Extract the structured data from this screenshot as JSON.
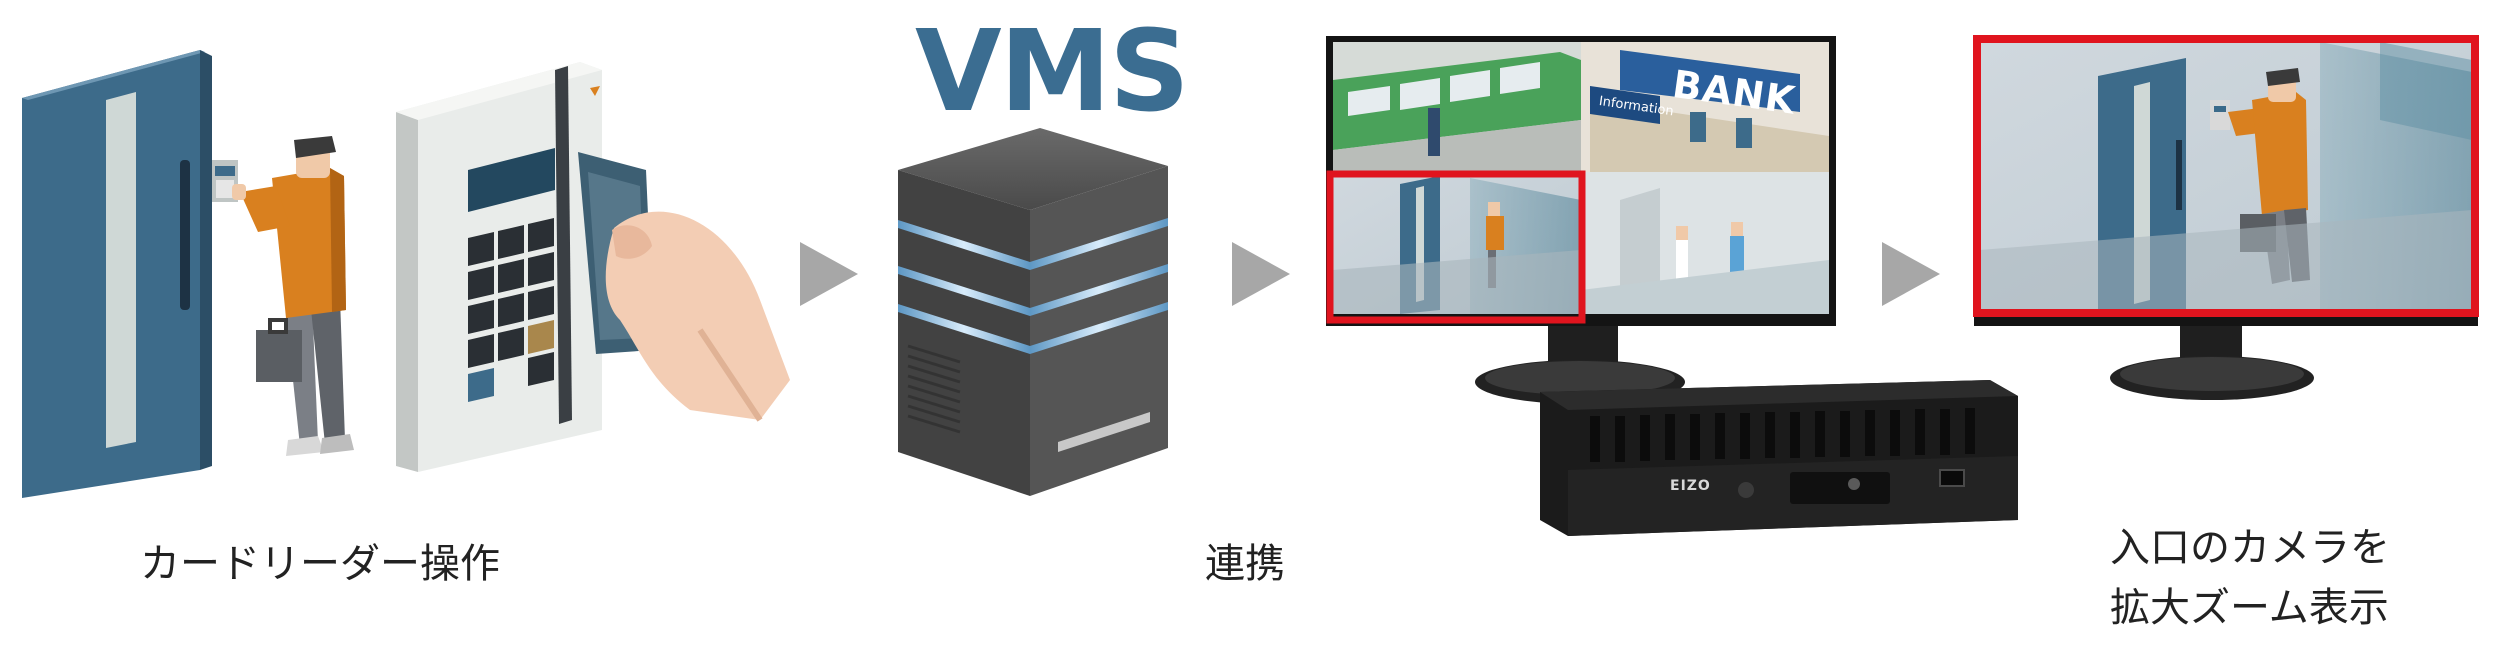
{
  "vms_label": "VMS",
  "steps": [
    {
      "id": "card-reader",
      "caption": "カードリーダー操作"
    },
    {
      "id": "integration",
      "caption": "連携"
    },
    {
      "id": "zoom-display",
      "caption_lines": [
        "入口のカメラを",
        "拡大ズーム表示"
      ]
    }
  ],
  "bank_sign": "BANK",
  "bank_info_sign": "Information",
  "brand_logo": "EIZO",
  "colors": {
    "vms_text": "#3b6d91",
    "arrow": "#a7a7a7",
    "highlight": "#e0141e",
    "door": "#3d6b8a",
    "shirt": "#d9801f",
    "device_dark": "#1b1b1b"
  }
}
